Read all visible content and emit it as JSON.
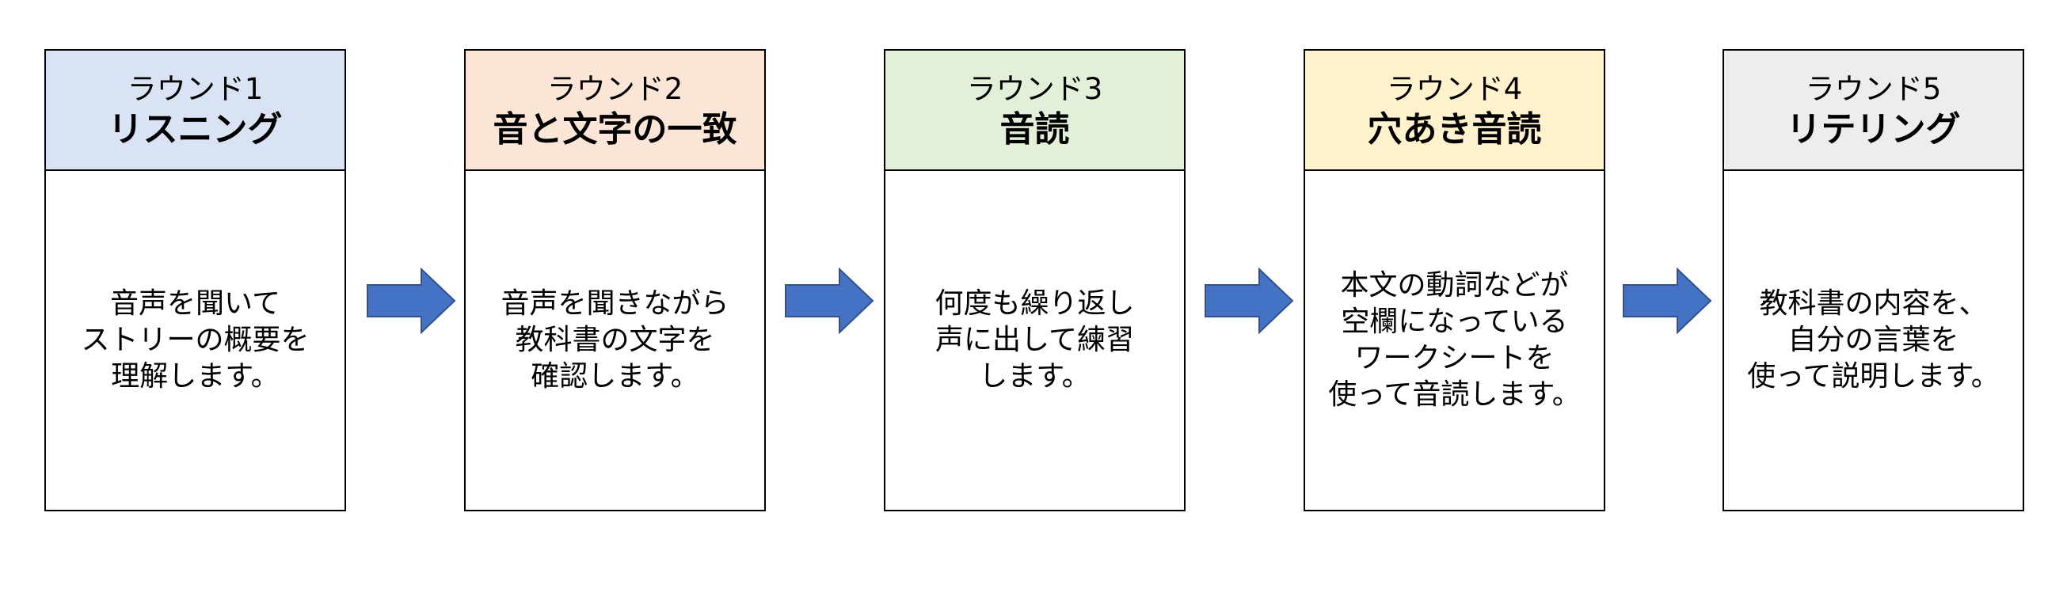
{
  "colors": {
    "round1_header": "#DAE3F3",
    "round2_header": "#FBE5D6",
    "round3_header": "#E2F0D9",
    "round4_header": "#FFF2CC",
    "round5_header": "#EDEDED",
    "arrow_fill": "#4472C4",
    "arrow_stroke": "#2F528F",
    "border": "#000000"
  },
  "rounds": [
    {
      "number": "ラウンド1",
      "title": "リスニング",
      "description": "音声を聞いて\nストリーの概要を\n理解します。"
    },
    {
      "number": "ラウンド2",
      "title": "音と文字の一致",
      "description": "音声を聞きながら\n教科書の文字を\n確認します。"
    },
    {
      "number": "ラウンド3",
      "title": "音読",
      "description": "何度も繰り返し\n声に出して練習\nします。"
    },
    {
      "number": "ラウンド4",
      "title": "穴あき音読",
      "description": "本文の動詞などが\n空欄になっている\nワークシートを\n使って音読します。"
    },
    {
      "number": "ラウンド5",
      "title": "リテリング",
      "description": "教科書の内容を、\n自分の言葉を\n使って説明します。"
    }
  ],
  "connectors": {
    "icon": "right-arrow-icon",
    "count": 4
  }
}
